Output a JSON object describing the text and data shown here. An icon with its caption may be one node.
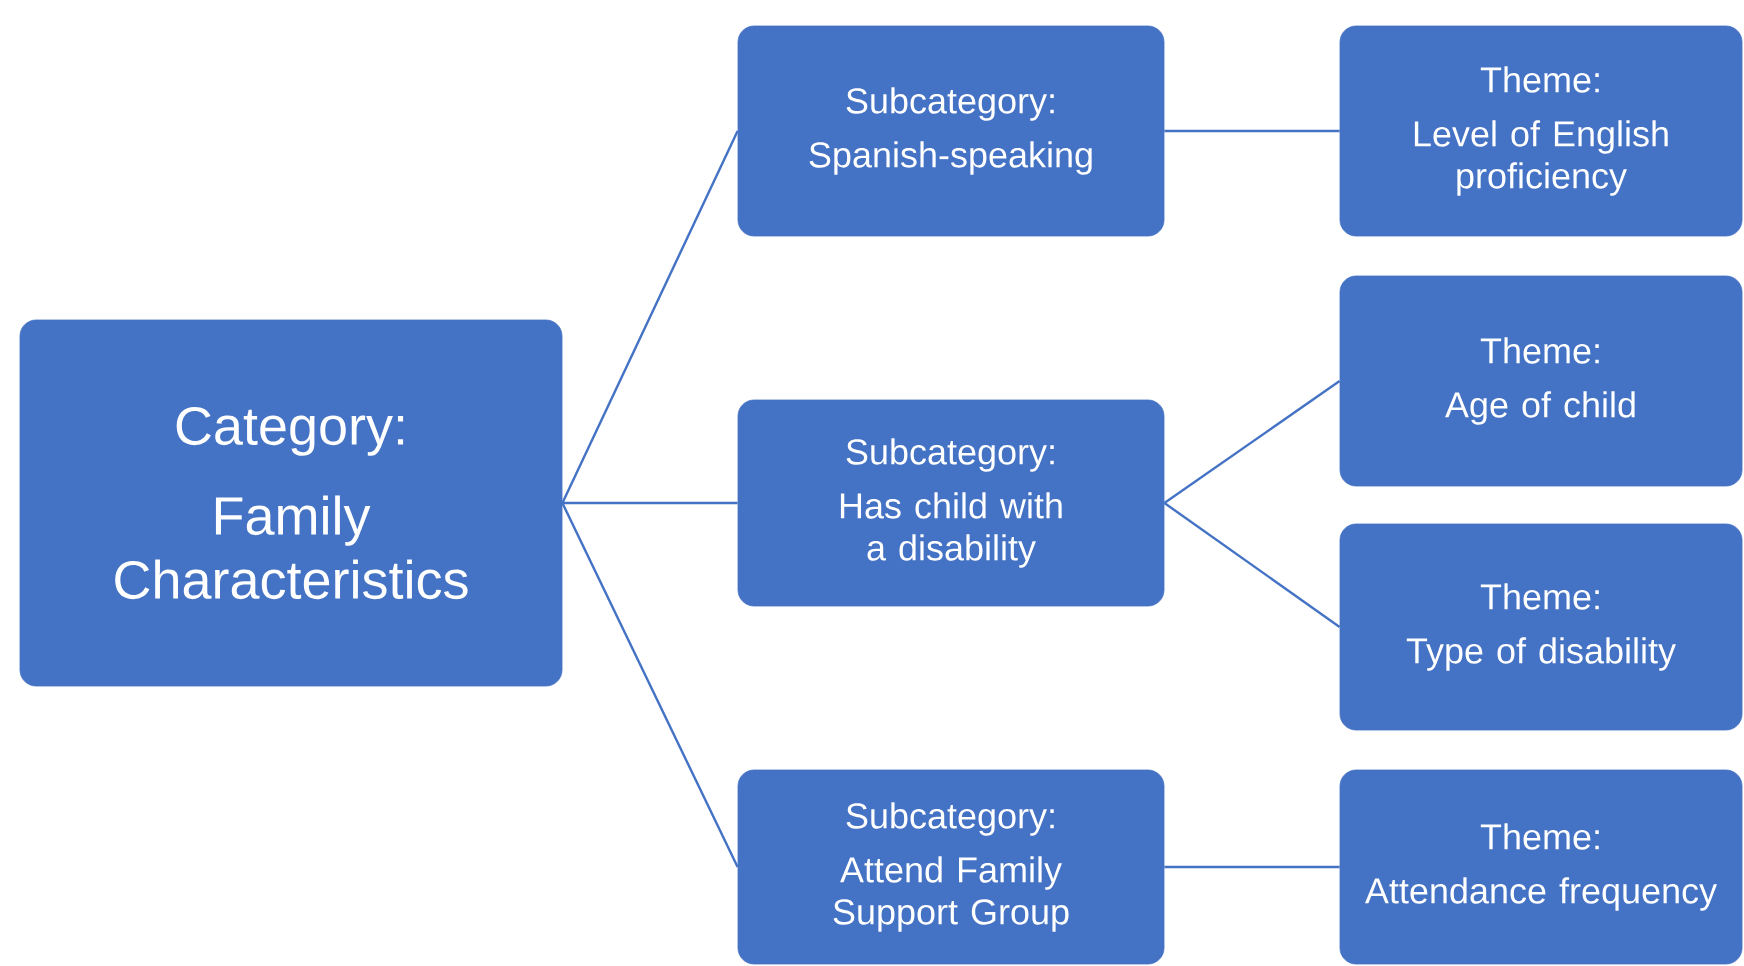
{
  "diagram": {
    "nodes": [
      {
        "text": [
          "Category:",
          "Family Characteristics"
        ]
      },
      {
        "text": [
          "Subcategory:",
          "Spanish-speaking"
        ]
      },
      {
        "text": [
          "Theme:",
          "Level of English proficiency"
        ]
      },
      {
        "text": [
          "Subcategory:",
          "Has child with a disability"
        ]
      },
      {
        "text": [
          "Theme:",
          "Age of child"
        ]
      },
      {
        "text": [
          "Theme:",
          "Type of disability"
        ]
      },
      {
        "text": [
          "Subcategory:",
          "Attend Family Support Group"
        ]
      },
      {
        "text": [
          "Theme:",
          "Attendance frequency"
        ]
      }
    ],
    "edges": [
      {
        "from": 0,
        "to": 1,
        "arrow": "none"
      },
      {
        "from": 0,
        "to": 3,
        "arrow": "none"
      },
      {
        "from": 0,
        "to": 6,
        "arrow": "none"
      },
      {
        "from": 1,
        "to": 2,
        "arrow": "none"
      },
      {
        "from": 3,
        "to": 4,
        "arrow": "none"
      },
      {
        "from": 3,
        "to": 5,
        "arrow": "none"
      },
      {
        "from": 6,
        "to": 7,
        "arrow": "none"
      }
    ]
  }
}
